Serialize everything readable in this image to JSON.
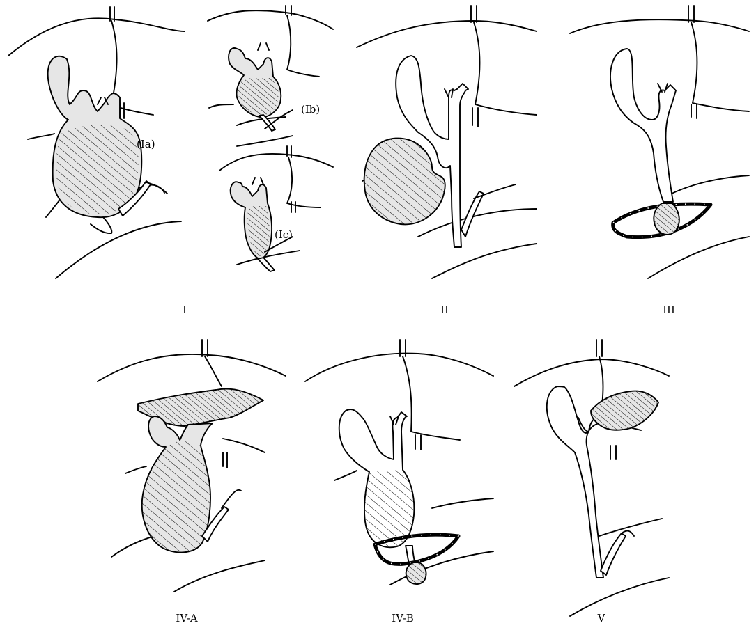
{
  "figure": {
    "panels": [
      {
        "id": "I",
        "caption": "I",
        "sublabels": [
          "(Ia)",
          "(Ib)",
          "(Ic)"
        ]
      },
      {
        "id": "II",
        "caption": "II"
      },
      {
        "id": "III",
        "caption": "III"
      },
      {
        "id": "IV-A",
        "caption": "IV-A"
      },
      {
        "id": "IV-B",
        "caption": "IV-B"
      },
      {
        "id": "V",
        "caption": "V"
      }
    ]
  },
  "colors": {
    "outline": "#000000",
    "cyst_fill": "#e6e6e6",
    "background": "#ffffff"
  }
}
